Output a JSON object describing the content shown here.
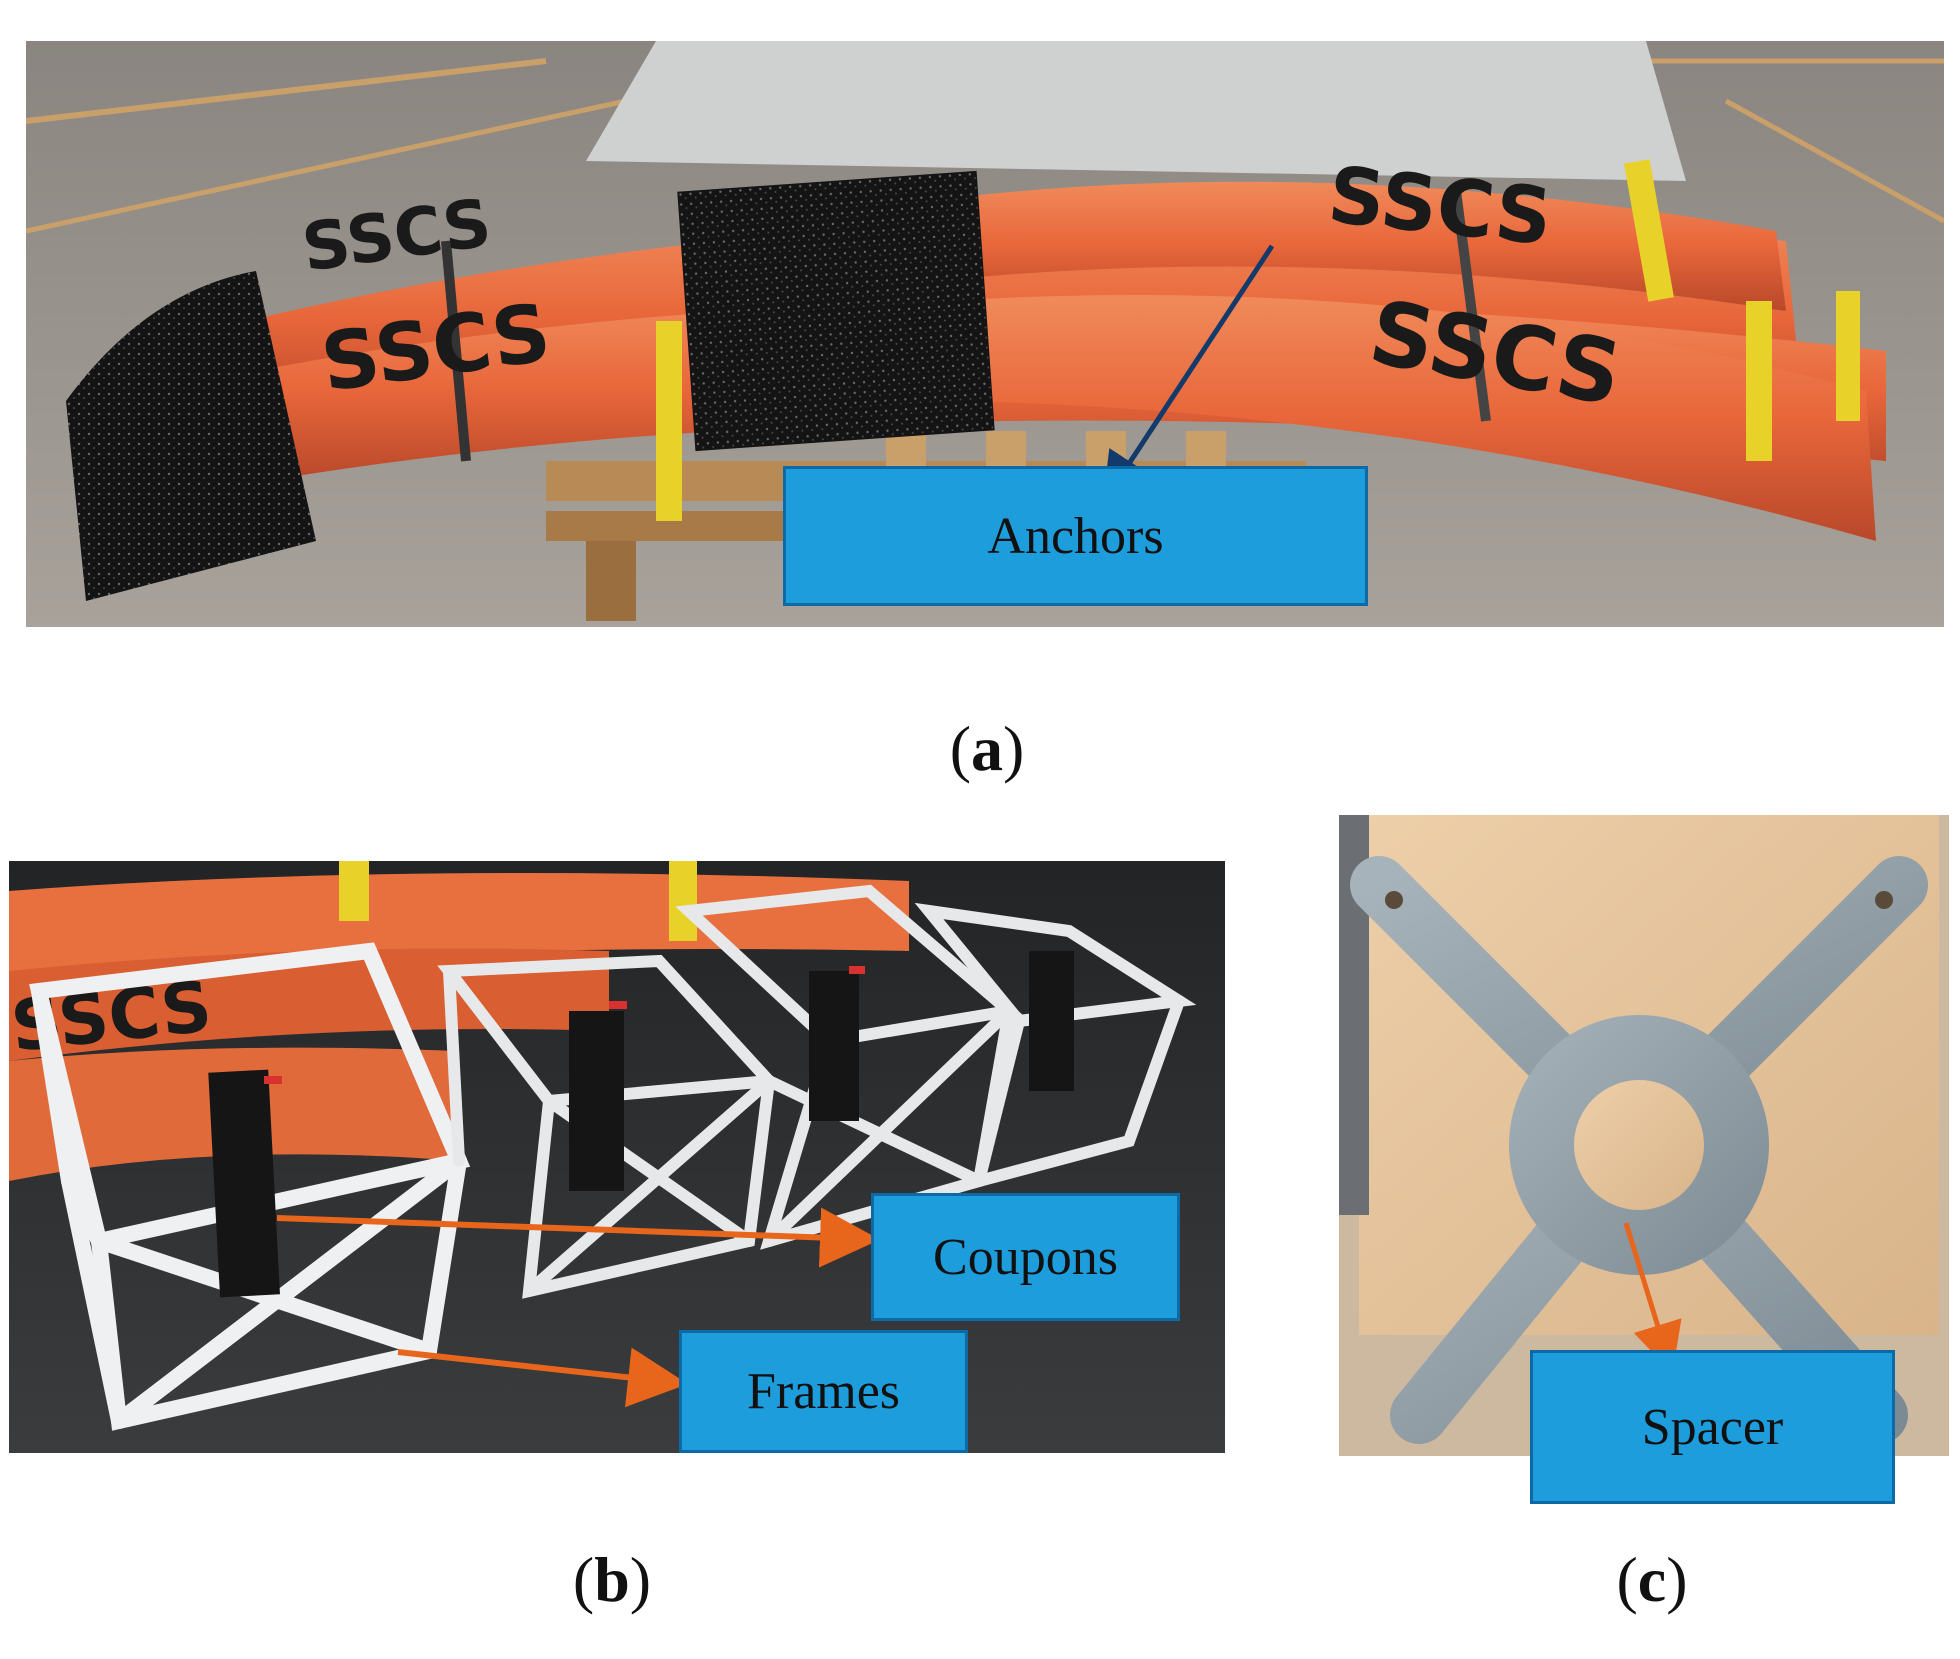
{
  "panels": {
    "a": {
      "caption_letter": "a",
      "callout_label": "Anchors",
      "bag_print": "SSCS"
    },
    "b": {
      "caption_letter": "b",
      "callout_labels": {
        "coupons": "Coupons",
        "frames": "Frames"
      },
      "bag_print": "SSCS"
    },
    "c": {
      "caption_letter": "c",
      "callout_label": "Spacer"
    }
  },
  "colors": {
    "callout_fill": "#1e9ddc",
    "callout_border": "#0e6aa6",
    "arrow_dark_blue": "#123a6b",
    "arrow_orange": "#e8661c",
    "bag_orange": "#e8663a",
    "strap_yellow": "#e8d22a",
    "frame_white": "#eef0f2",
    "spacer_metal": "#8c9aa3",
    "board_wood": "#e6c39a"
  }
}
